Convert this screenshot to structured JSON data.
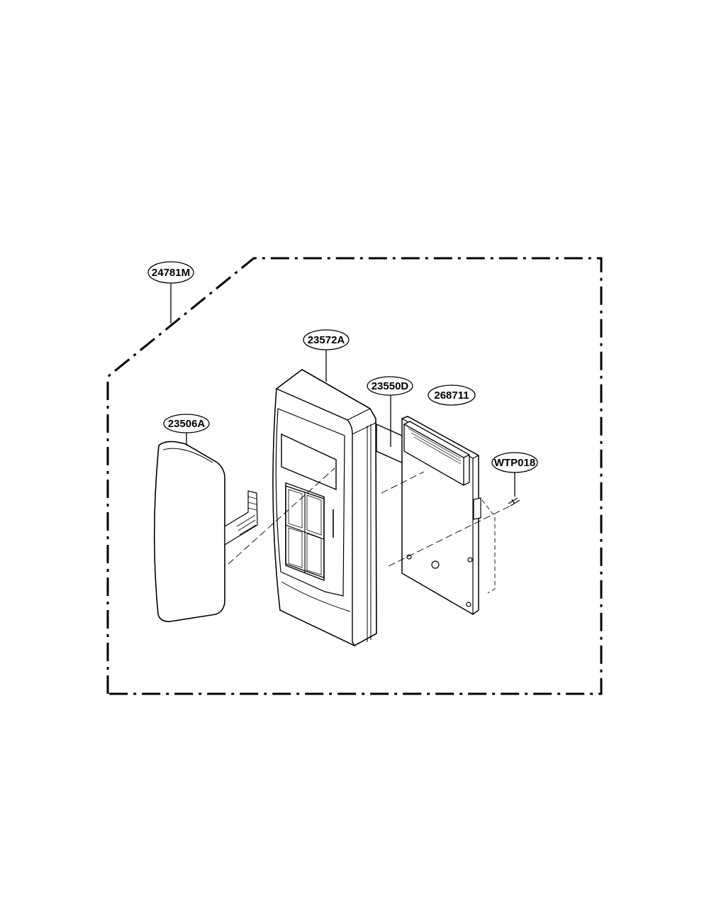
{
  "diagram": {
    "labels": {
      "assembly": "24781M",
      "control_panel": "23572A",
      "membrane_switch": "23506A",
      "switch_tail": "23550D",
      "pcb": "268711",
      "screw": "WTP018"
    }
  }
}
